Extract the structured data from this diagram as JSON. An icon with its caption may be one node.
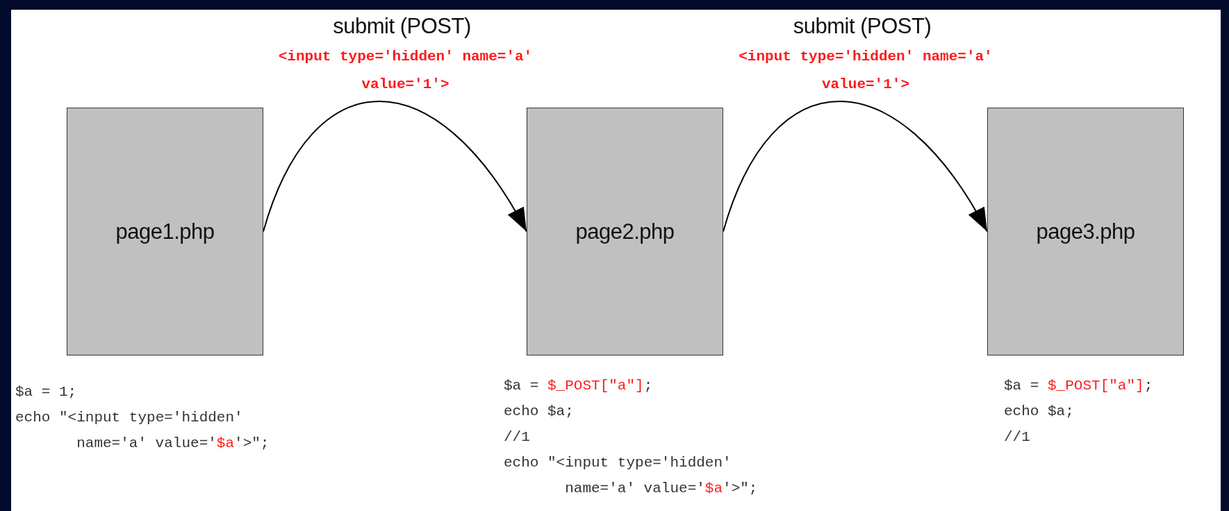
{
  "diagram": {
    "nodes": [
      {
        "text": [
          "page1.php"
        ],
        "beside": [
          "$a = 1;",
          "echo \"<input type='hidden' name='a' value='*$a*'>\";"
        ]
      },
      {
        "text": [
          "page2.php"
        ],
        "beside": [
          "$a = *$_POST[\"a\"]*;",
          "echo $a;",
          "//1",
          "echo \"<input type='hidden' name='a' value='*$a*'>\";"
        ]
      },
      {
        "text": [
          "page3.php"
        ],
        "beside": [
          "$a = *$_POST[\"a\"]*;",
          "echo $a;",
          "//1"
        ]
      }
    ],
    "edges": [
      {
        "from": 0,
        "to": 1,
        "arrow": "to",
        "label": "submit (POST)"
      },
      {
        "from": 1,
        "to": 2,
        "arrow": "to",
        "label": "submit (POST)"
      }
    ],
    "labels": [
      "<input type='hidden' name='a' value='1'>",
      "<input type='hidden' name='a' value='1'>"
    ]
  }
}
